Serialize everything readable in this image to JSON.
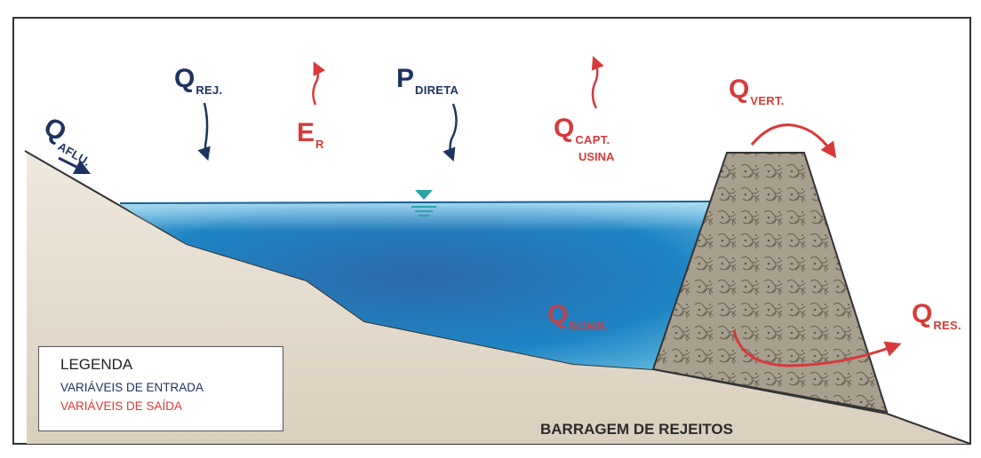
{
  "colors": {
    "input": "#1f3360",
    "output": "#d83a3a",
    "water": "#2a78b8",
    "soil": "#e6ded0",
    "dam": "#a99d8a"
  },
  "flows": {
    "q_aflu": {
      "main": "Q",
      "sub": "AFLU."
    },
    "q_rej": {
      "main": "Q",
      "sub": "REJ."
    },
    "e_r": {
      "main": "E",
      "sub": "R"
    },
    "p_direta": {
      "main": "P",
      "sub": "DIRETA"
    },
    "q_capt": {
      "main": "Q",
      "sub": "CAPT.",
      "extra": "USINA"
    },
    "q_vert": {
      "main": "Q",
      "sub": "VERT."
    },
    "q_res": {
      "main": "Q",
      "sub": "RES."
    },
    "q_lake": {
      "main": "Q",
      "sub": "BOMB."
    }
  },
  "structure_label": "BARRAGEM DE REJEITOS",
  "legend": {
    "title": "LEGENDA",
    "inputs": "VARIÁVEIS DE ENTRADA",
    "outputs": "VARIÁVEIS DE SAÍDA"
  }
}
